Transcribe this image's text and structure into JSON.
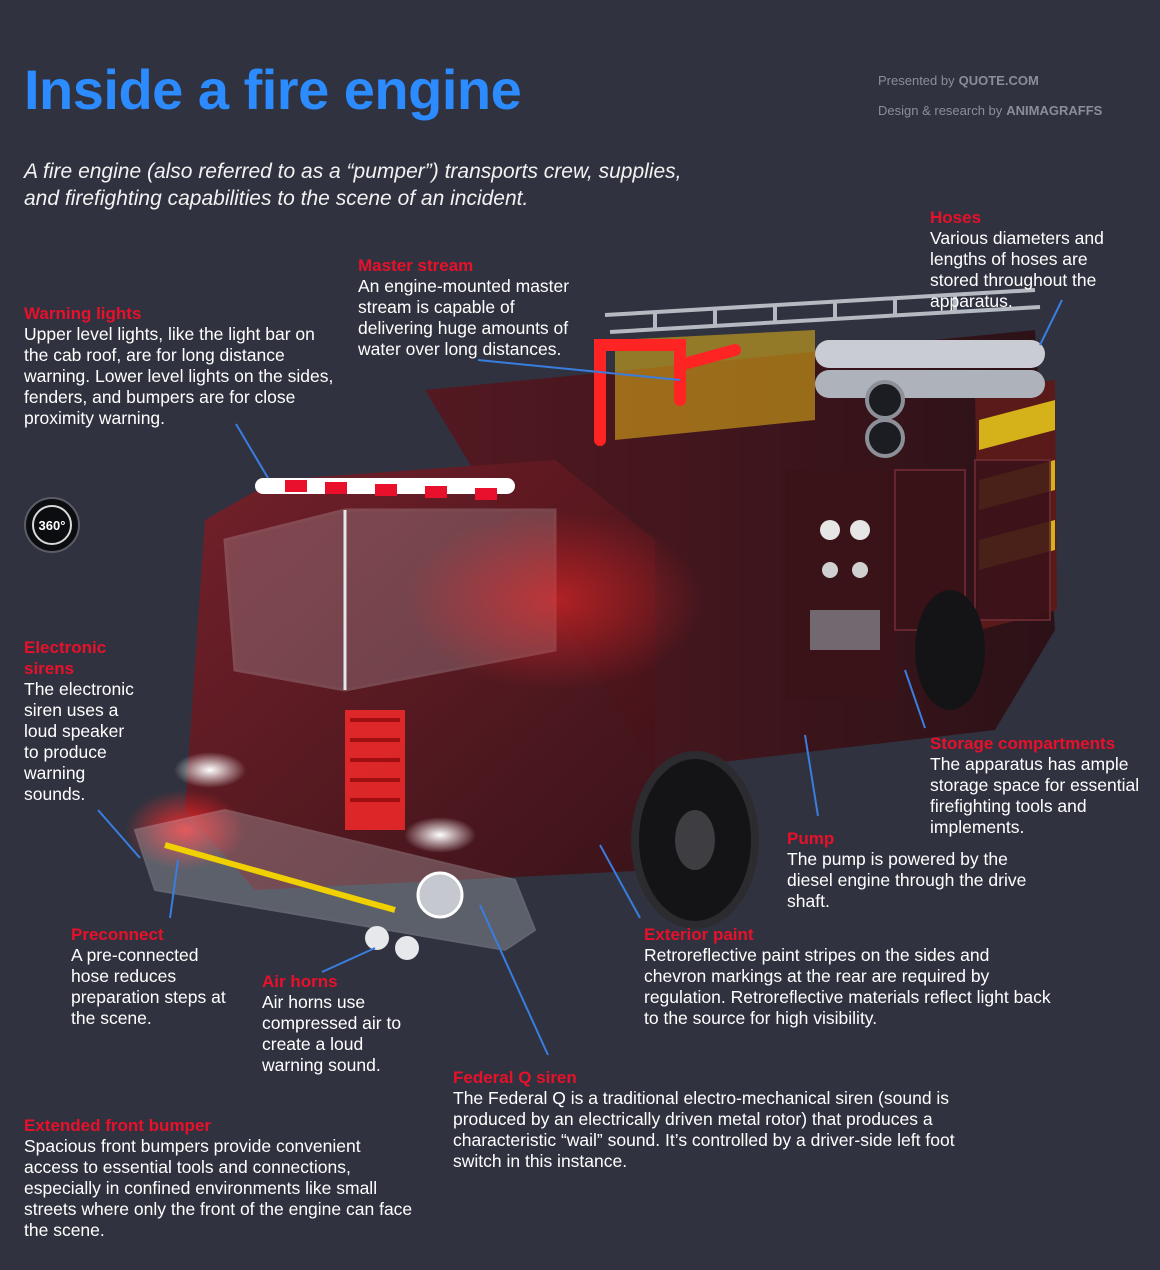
{
  "header": {
    "title": "Inside a fire engine",
    "presented_label": "Presented by",
    "presented_brand": "QUOTE.COM",
    "design_label": "Design & research by",
    "design_brand": "ANIMAGRAFFS",
    "intro": "A fire engine (also referred to as a “pumper”) transports crew, supplies, and firefighting capabilities to the scene of an incident."
  },
  "controls": {
    "rotate_label": "360°",
    "rotate_icon": "rotate-360-icon"
  },
  "colors": {
    "title": "#2b8bff",
    "heading": "#e8102a",
    "leader": "#3a7de0",
    "background": "#30333f"
  },
  "callouts": {
    "warning_lights": {
      "title": "Warning lights",
      "body": "Upper level lights, like the light bar on the cab roof, are for long distance warning. Lower level lights on the sides, fenders, and bumpers are for close proximity warning."
    },
    "master_stream": {
      "title": "Master stream",
      "body": "An engine-mounted master stream is capable of delivering huge amounts of water over long distances."
    },
    "hoses": {
      "title": "Hoses",
      "body": "Various diameters and lengths of hoses are stored throughout the apparatus."
    },
    "electronic_sirens": {
      "title": "Electronic sirens",
      "body": "The electronic siren uses a loud speaker to produce warning sounds."
    },
    "storage_compartments": {
      "title": "Storage compartments",
      "body": "The apparatus has ample storage space for essential firefighting tools and implements."
    },
    "pump": {
      "title": "Pump",
      "body": "The pump is powered by the diesel engine through the drive shaft."
    },
    "preconnect": {
      "title": "Preconnect",
      "body": "A pre-connected hose reduces preparation steps at the scene."
    },
    "exterior_paint": {
      "title": "Exterior paint",
      "body": "Retroreflective paint stripes on the sides and chevron markings at the rear are required by regulation. Retroreflective materials reflect light back to the source for high visibility."
    },
    "air_horns": {
      "title": "Air horns",
      "body": "Air horns use compressed air to create a loud warning sound."
    },
    "federal_q_siren": {
      "title": "Federal Q siren",
      "body": "The Federal Q is a traditional electro-mechanical siren (sound is produced by an electrically driven metal rotor) that produces a characteristic “wail” sound. It’s controlled by a driver-side left foot switch in this instance."
    },
    "extended_front_bumper": {
      "title": "Extended front bumper",
      "body": "Spacious front bumpers provide convenient access to essential tools and connections, especially in confined environments like small streets where only the front of the engine can face the scene."
    }
  }
}
